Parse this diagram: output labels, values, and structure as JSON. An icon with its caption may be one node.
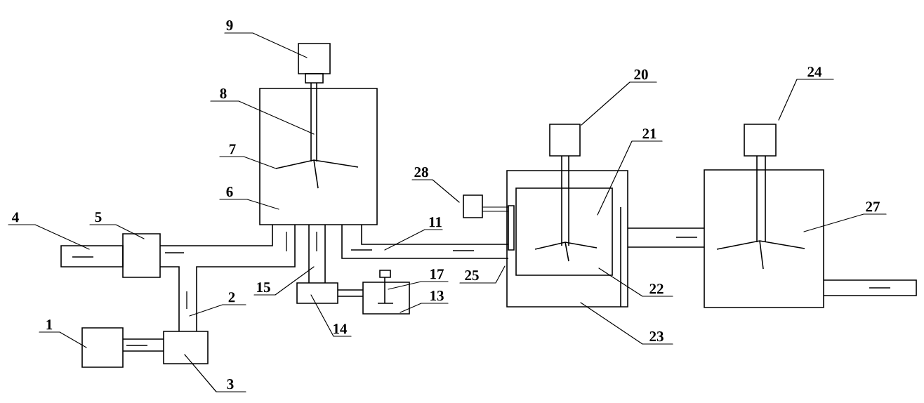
{
  "diagram": {
    "nodes": [
      {
        "text": [
          "9"
        ]
      },
      {
        "text": [
          "20"
        ]
      },
      {
        "text": [
          "24"
        ]
      },
      {
        "text": [
          "8"
        ]
      },
      {
        "text": [
          "21"
        ]
      },
      {
        "text": [
          "7"
        ]
      },
      {
        "text": [
          "28"
        ]
      },
      {
        "text": [
          "6"
        ]
      },
      {
        "text": [
          "27"
        ]
      },
      {
        "text": [
          "4"
        ]
      },
      {
        "text": [
          "5"
        ]
      },
      {
        "text": [
          "11"
        ]
      },
      {
        "text": [
          "17"
        ]
      },
      {
        "text": [
          "25"
        ]
      },
      {
        "text": [
          "15"
        ]
      },
      {
        "text": [
          "13"
        ]
      },
      {
        "text": [
          "22"
        ]
      },
      {
        "text": [
          "2"
        ]
      },
      {
        "text": [
          "1"
        ]
      },
      {
        "text": [
          "14"
        ]
      },
      {
        "text": [
          "23"
        ]
      },
      {
        "text": [
          "3"
        ]
      }
    ],
    "edges": [
      {
        "from": 0,
        "to": null,
        "arrow": "none"
      },
      {
        "from": 1,
        "to": null,
        "arrow": "none"
      },
      {
        "from": 2,
        "to": null,
        "arrow": "none"
      },
      {
        "from": 3,
        "to": null,
        "arrow": "none"
      },
      {
        "from": 4,
        "to": null,
        "arrow": "none"
      },
      {
        "from": 5,
        "to": null,
        "arrow": "none"
      },
      {
        "from": 6,
        "to": null,
        "arrow": "none"
      },
      {
        "from": 7,
        "to": null,
        "arrow": "none"
      },
      {
        "from": 8,
        "to": null,
        "arrow": "none"
      },
      {
        "from": 9,
        "to": null,
        "arrow": "none"
      },
      {
        "from": 10,
        "to": null,
        "arrow": "none"
      },
      {
        "from": 11,
        "to": null,
        "arrow": "none"
      },
      {
        "from": 12,
        "to": null,
        "arrow": "none"
      },
      {
        "from": 13,
        "to": null,
        "arrow": "none"
      },
      {
        "from": 14,
        "to": null,
        "arrow": "none"
      },
      {
        "from": 15,
        "to": null,
        "arrow": "none"
      },
      {
        "from": 16,
        "to": null,
        "arrow": "none"
      },
      {
        "from": 17,
        "to": null,
        "arrow": "none"
      },
      {
        "from": 18,
        "to": null,
        "arrow": "none"
      },
      {
        "from": 19,
        "to": null,
        "arrow": "none"
      },
      {
        "from": 20,
        "to": null,
        "arrow": "none"
      },
      {
        "from": 21,
        "to": null,
        "arrow": "none"
      }
    ]
  }
}
